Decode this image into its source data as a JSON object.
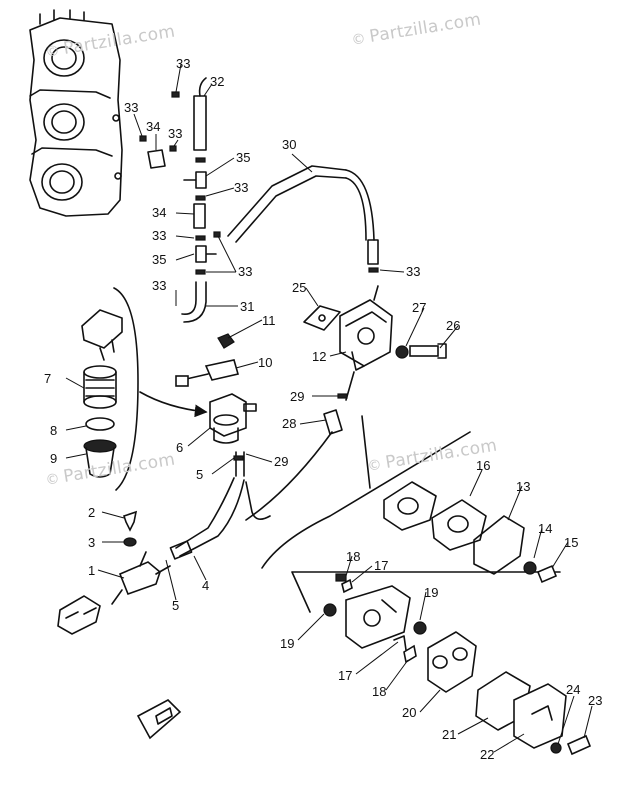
{
  "watermark": {
    "text": "Partzilla.com",
    "symbol": "©"
  },
  "callouts": [
    "1",
    "2",
    "3",
    "4",
    "5",
    "5",
    "6",
    "7",
    "8",
    "9",
    "10",
    "11",
    "12",
    "13",
    "14",
    "15",
    "16",
    "17",
    "17",
    "18",
    "18",
    "19",
    "19",
    "20",
    "21",
    "22",
    "23",
    "24",
    "25",
    "26",
    "27",
    "28",
    "29",
    "29",
    "30",
    "31",
    "32",
    "33",
    "33",
    "33",
    "33",
    "33",
    "33",
    "33",
    "33",
    "34",
    "34",
    "35",
    "35"
  ]
}
